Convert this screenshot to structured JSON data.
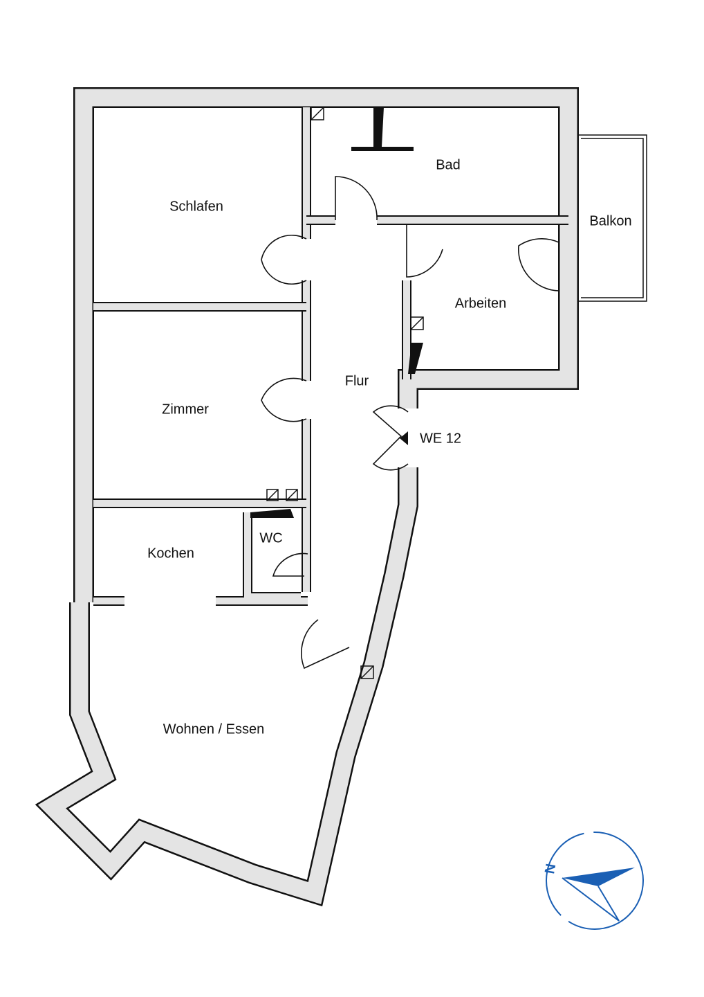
{
  "plan": {
    "unit_label": "WE 12",
    "rooms": {
      "schlafen": "Schlafen",
      "bad": "Bad",
      "balkon": "Balkon",
      "arbeiten": "Arbeiten",
      "flur": "Flur",
      "zimmer": "Zimmer",
      "wc": "WC",
      "kochen": "Kochen",
      "wohnen": "Wohnen / Essen"
    },
    "compass": {
      "label": "N",
      "color": "#1a5fb4"
    }
  }
}
